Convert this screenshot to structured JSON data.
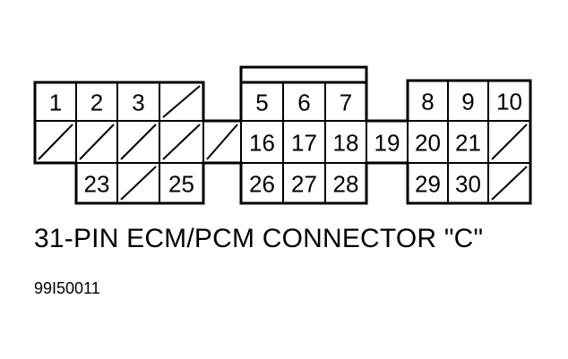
{
  "diagram": {
    "title": "31-PIN ECM/PCM CONNECTOR \"C\"",
    "figure_code": "99I50011",
    "rows": [
      {
        "row": 1,
        "cells": [
          "1",
          "2",
          "3",
          "",
          "",
          "",
          "5",
          "6",
          "7",
          "",
          "8",
          "9",
          "10"
        ]
      },
      {
        "row": 2,
        "cells": [
          "",
          "",
          "",
          "",
          "",
          "16",
          "17",
          "18",
          "19",
          "20",
          "21",
          ""
        ]
      },
      {
        "row": 3,
        "cells": [
          "23",
          "",
          "25",
          "26",
          "27",
          "28",
          "29",
          "30",
          ""
        ]
      }
    ],
    "colors": {
      "line": "#000000",
      "background": "#ffffff"
    }
  }
}
